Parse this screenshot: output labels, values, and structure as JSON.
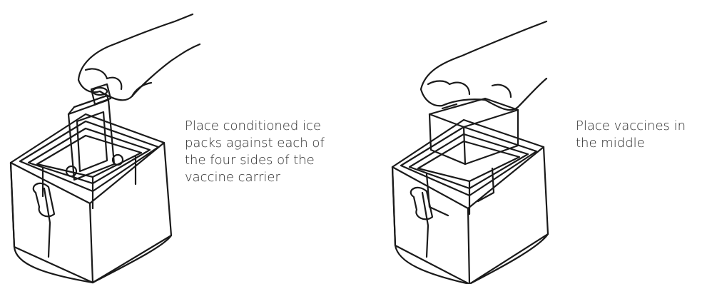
{
  "steps": [
    {
      "illustration": "hand-placing-ice-pack-in-carrier",
      "caption_lines": [
        "Place conditioned ice",
        "packs against each of",
        "the four sides of the",
        "vaccine carrier"
      ]
    },
    {
      "illustration": "hand-placing-vaccine-box-in-carrier",
      "caption_lines": [
        "Place vaccines in",
        "the middle"
      ]
    }
  ],
  "colors": {
    "line": "#1a1a1a",
    "text": "#2b2b2b",
    "background": "#ffffff"
  }
}
